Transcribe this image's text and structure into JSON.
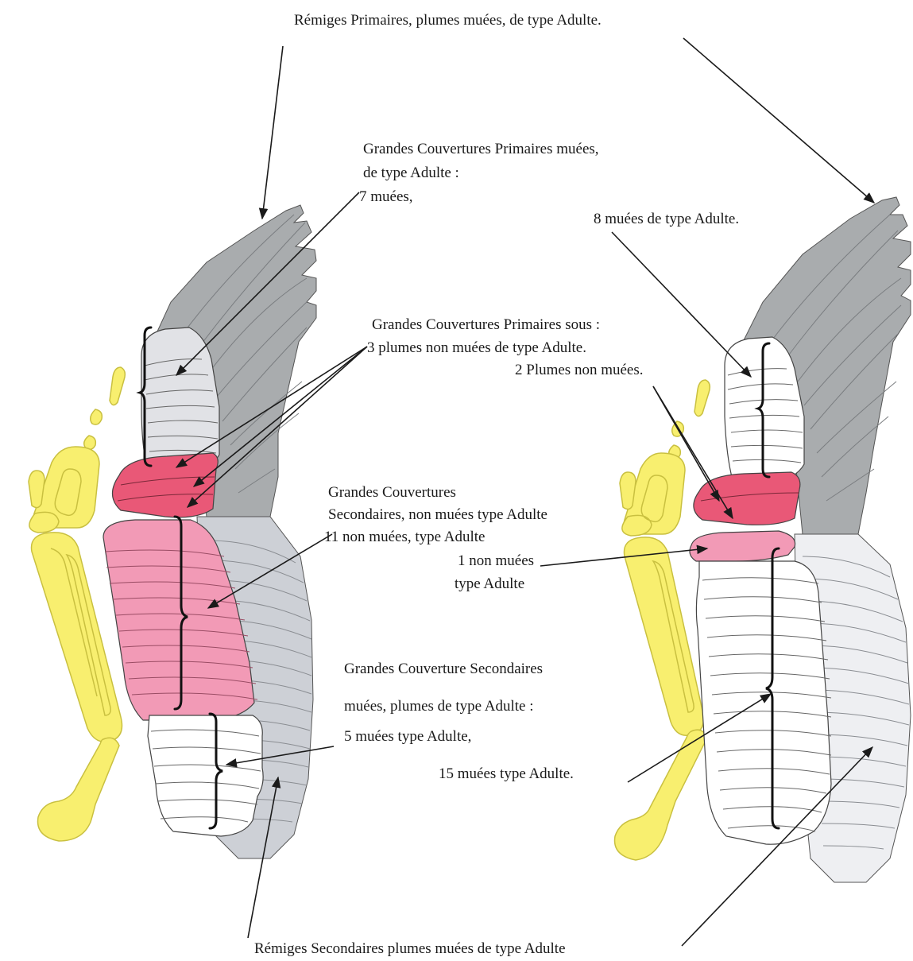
{
  "labels": {
    "remiges_primaires": "Rémiges Primaires,  plumes muées, de type Adulte.",
    "gcp_mues_line1": "Grandes Couvertures Primaires muées,",
    "gcp_mues_line2": "de type Adulte :",
    "gcp_mues_line3": "7 muées,",
    "right_8_muees": "8 muées de type Adulte.",
    "gcp_sous_line1": "Grandes Couvertures Primaires sous :",
    "gcp_sous_line2": "3 plumes non muées de type Adulte.",
    "right_2_non_muees": "2 Plumes non muées.",
    "gcs_non_line1": "Grandes Couvertures",
    "gcs_non_line2": "Secondaires, non muées type Adulte",
    "gcs_non_line3": "11 non muées, type Adulte",
    "right_1_non_line1": "1 non muées",
    "right_1_non_line2": "type Adulte",
    "gcs_mues_line1": "Grandes Couverture Secondaires",
    "gcs_mues_line2": "muées, plumes de type Adulte :",
    "gcs_mues_line3": "5 muées type Adulte,",
    "right_15_muees": "15 muées type Adulte.",
    "remiges_secondaires": "Rémiges Secondaires plumes muées de type Adulte"
  },
  "colors": {
    "primary_remiges": "#a9acae",
    "primary_coverts_moulted": "#e1e2e6",
    "primary_coverts_unmoulted": "#e95877",
    "secondary_coverts_unmoulted": "#f29ab6",
    "secondary_coverts_moulted": "#ffffff",
    "secondary_remiges_left": "#cdd0d6",
    "secondary_remiges_right": "#eeeff2",
    "bones": "#f8ef6f",
    "outline": "#333333"
  }
}
